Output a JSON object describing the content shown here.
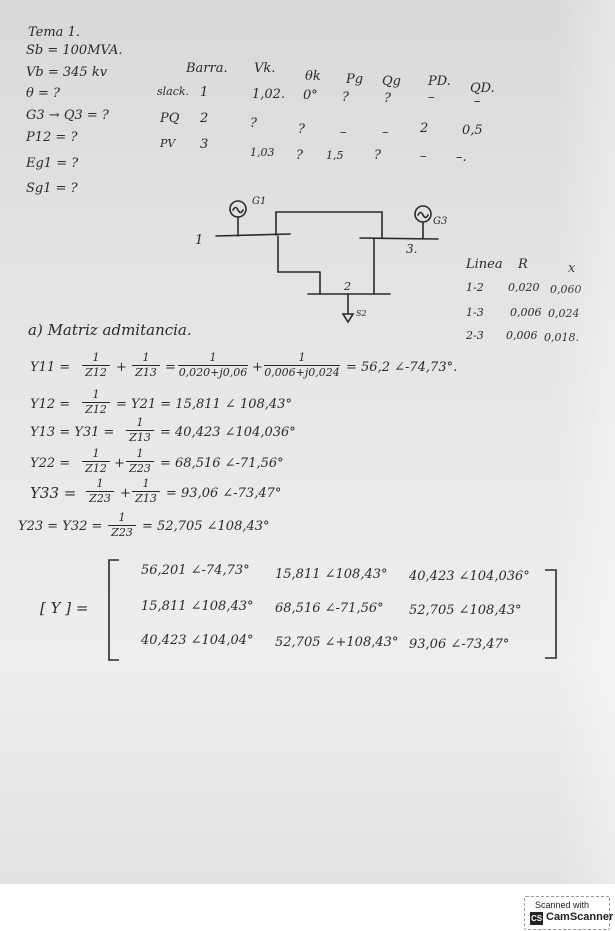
{
  "header": {
    "title": "Tema 1.",
    "givens": [
      "Sb = 100MVA.",
      "Vb = 345 kv",
      "θ = ?",
      "G3 → Q3 = ?",
      "P12 = ?",
      "Eg1 = ?",
      "Sg1 = ?"
    ]
  },
  "bus_table": {
    "headers": [
      "Barra.",
      "Vk.",
      "θk",
      "Pg",
      "Qg",
      "PD.",
      "QD."
    ],
    "rows": [
      {
        "type": "slack.",
        "bus": "1",
        "cells": [
          "1,02.",
          "0°",
          "?",
          "?",
          "–",
          "–"
        ]
      },
      {
        "type": "PQ",
        "bus": "2",
        "cells": [
          "?",
          "?",
          "–",
          "–",
          "2",
          "0,5"
        ]
      },
      {
        "type": "PV",
        "bus": "3",
        "cells": [
          "1,03",
          "?",
          "1,5",
          "?",
          "–",
          "–."
        ]
      }
    ]
  },
  "diagram": {
    "gen1_label": "G1",
    "gen3_label": "G3",
    "bus1_label": "1",
    "bus2_label": "2",
    "bus3_label": "3.",
    "load_label": "S2"
  },
  "line_table": {
    "headers": [
      "Linea",
      "R",
      "x"
    ],
    "rows": [
      [
        "1-2",
        "0,020",
        "0,060"
      ],
      [
        "1-3",
        "0,006",
        "0,024"
      ],
      [
        "2-3",
        "0,006",
        "0,018."
      ]
    ]
  },
  "section_a": {
    "title": "a) Matriz admitancia.",
    "eq1": {
      "lhs": "Y11 =",
      "f1": [
        "1",
        "Z12"
      ],
      "plus1": "+",
      "f2": [
        "1",
        "Z13"
      ],
      "eq": "=",
      "f3": [
        "1",
        "0,020+j0,06"
      ],
      "plus2": "+",
      "f4": [
        "1",
        "0,006+j0,024"
      ],
      "result": "= 56,2 ∠-74,73°."
    },
    "eq2": {
      "lhs": "Y12 =",
      "f1": [
        "1",
        "Z12"
      ],
      "result": "= Y21 = 15,811 ∠ 108,43°"
    },
    "eq3": {
      "lhs": "Y13 = Y31 =",
      "f1": [
        "1",
        "Z13"
      ],
      "result": "= 40,423 ∠104,036°"
    },
    "eq4": {
      "lhs": "Y22 =",
      "f1": [
        "1",
        "Z12"
      ],
      "plus1": "+",
      "f2": [
        "1",
        "Z23"
      ],
      "result": "= 68,516 ∠-71,56°"
    },
    "eq5": {
      "lhs": "Y33 =",
      "f1": [
        "1",
        "Z23"
      ],
      "plus1": "+",
      "f2": [
        "1",
        "Z13"
      ],
      "result": "= 93,06 ∠-73,47°"
    },
    "eq6": {
      "lhs": "Y23 = Y32 =",
      "f1": [
        "1",
        "Z23"
      ],
      "result": "= 52,705 ∠108,43°"
    }
  },
  "matrix": {
    "label": "[ Y ] =",
    "rows": [
      [
        "56,201 ∠-74,73°",
        "15,811 ∠108,43°",
        "40,423 ∠104,036°"
      ],
      [
        "15,811 ∠108,43°",
        "68,516 ∠-71,56°",
        "52,705 ∠108,43°"
      ],
      [
        "40,423 ∠104,04°",
        "52,705 ∠+108,43°",
        "93,06 ∠-73,47°"
      ]
    ]
  },
  "watermark": {
    "scanned_with": "Scanned with",
    "app_name": "CamScanner",
    "logo_text": "CS"
  }
}
